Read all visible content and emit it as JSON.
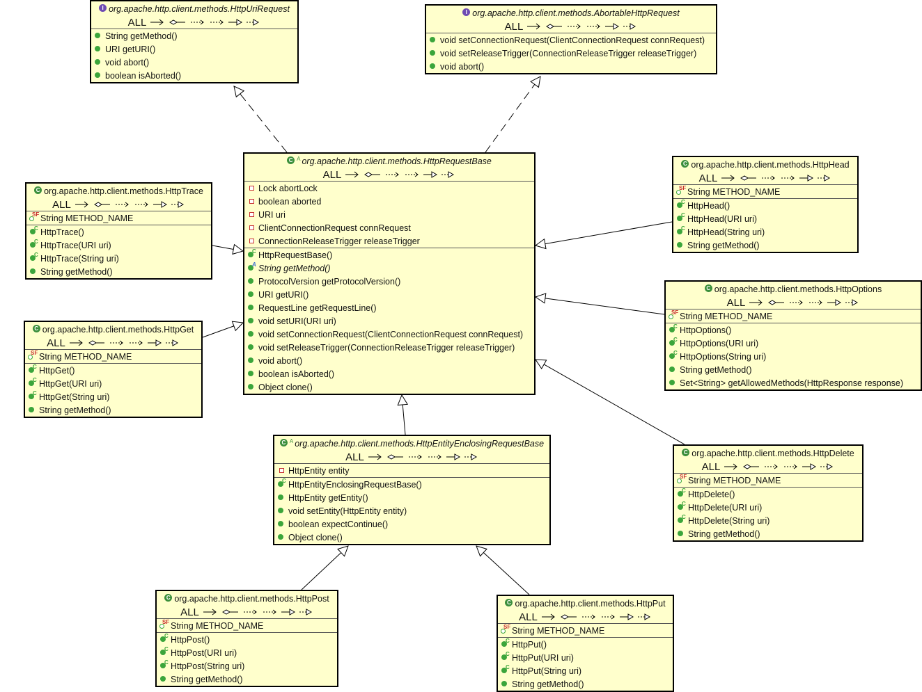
{
  "arrow_symbols": "ALL ⟶ ◇— ····› ····› —▷ ···▷",
  "arrow_row": {
    "label": "ALL",
    "glyphs": "⟶ ◇— ····› ····› —▷ ···▷"
  },
  "classes": [
    {
      "id": "HttpUriRequest",
      "kind": "interface",
      "name": "org.apache.http.client.methods.HttpUriRequest",
      "sections": [
        [
          {
            "vis": "public",
            "text": "String getMethod()"
          },
          {
            "vis": "public",
            "text": "URI getURI()"
          },
          {
            "vis": "public",
            "text": "void abort()"
          },
          {
            "vis": "public",
            "text": "boolean isAborted()"
          }
        ]
      ]
    },
    {
      "id": "AbortableHttpRequest",
      "kind": "interface",
      "name": "org.apache.http.client.methods.AbortableHttpRequest",
      "sections": [
        [
          {
            "vis": "public",
            "text": "void setConnectionRequest(ClientConnectionRequest connRequest)"
          },
          {
            "vis": "public",
            "text": "void setReleaseTrigger(ConnectionReleaseTrigger releaseTrigger)"
          },
          {
            "vis": "public",
            "text": "void abort()"
          }
        ]
      ]
    },
    {
      "id": "HttpRequestBase",
      "kind": "abstract",
      "name": "org.apache.http.client.methods.HttpRequestBase",
      "sections": [
        [
          {
            "vis": "private",
            "text": "Lock abortLock"
          },
          {
            "vis": "private",
            "text": "boolean aborted"
          },
          {
            "vis": "private",
            "text": "URI uri"
          },
          {
            "vis": "private",
            "text": "ClientConnectionRequest connRequest"
          },
          {
            "vis": "private",
            "text": "ConnectionReleaseTrigger releaseTrigger"
          }
        ],
        [
          {
            "vis": "public",
            "text": "HttpRequestBase()",
            "sup": "C"
          },
          {
            "vis": "public",
            "text": "String getMethod()",
            "sup": "A",
            "italic": true
          },
          {
            "vis": "public",
            "text": "ProtocolVersion getProtocolVersion()"
          },
          {
            "vis": "public",
            "text": "URI getURI()"
          },
          {
            "vis": "public",
            "text": "RequestLine getRequestLine()"
          },
          {
            "vis": "public",
            "text": "void setURI(URI uri)"
          },
          {
            "vis": "public",
            "text": "void setConnectionRequest(ClientConnectionRequest connRequest)"
          },
          {
            "vis": "public",
            "text": "void setReleaseTrigger(ConnectionReleaseTrigger releaseTrigger)"
          },
          {
            "vis": "public",
            "text": "void abort()"
          },
          {
            "vis": "public",
            "text": "boolean isAborted()"
          },
          {
            "vis": "public",
            "text": "Object clone()"
          }
        ]
      ]
    },
    {
      "id": "HttpTrace",
      "kind": "class",
      "name": "org.apache.http.client.methods.HttpTrace",
      "sections": [
        [
          {
            "vis": "field",
            "text": "String METHOD_NAME",
            "sup": "SF"
          }
        ],
        [
          {
            "vis": "public",
            "text": "HttpTrace()",
            "sup": "C"
          },
          {
            "vis": "public",
            "text": "HttpTrace(URI uri)",
            "sup": "C"
          },
          {
            "vis": "public",
            "text": "HttpTrace(String uri)",
            "sup": "C"
          },
          {
            "vis": "public",
            "text": "String getMethod()"
          }
        ]
      ]
    },
    {
      "id": "HttpGet",
      "kind": "class",
      "name": "org.apache.http.client.methods.HttpGet",
      "sections": [
        [
          {
            "vis": "field",
            "text": "String METHOD_NAME",
            "sup": "SF"
          }
        ],
        [
          {
            "vis": "public",
            "text": "HttpGet()",
            "sup": "C"
          },
          {
            "vis": "public",
            "text": "HttpGet(URI uri)",
            "sup": "C"
          },
          {
            "vis": "public",
            "text": "HttpGet(String uri)",
            "sup": "C"
          },
          {
            "vis": "public",
            "text": "String getMethod()"
          }
        ]
      ]
    },
    {
      "id": "HttpHead",
      "kind": "class",
      "name": "org.apache.http.client.methods.HttpHead",
      "sections": [
        [
          {
            "vis": "field",
            "text": "String METHOD_NAME",
            "sup": "SF"
          }
        ],
        [
          {
            "vis": "public",
            "text": "HttpHead()",
            "sup": "C"
          },
          {
            "vis": "public",
            "text": "HttpHead(URI uri)",
            "sup": "C"
          },
          {
            "vis": "public",
            "text": "HttpHead(String uri)",
            "sup": "C"
          },
          {
            "vis": "public",
            "text": "String getMethod()"
          }
        ]
      ]
    },
    {
      "id": "HttpOptions",
      "kind": "class",
      "name": "org.apache.http.client.methods.HttpOptions",
      "sections": [
        [
          {
            "vis": "field",
            "text": "String METHOD_NAME",
            "sup": "SF"
          }
        ],
        [
          {
            "vis": "public",
            "text": "HttpOptions()",
            "sup": "C"
          },
          {
            "vis": "public",
            "text": "HttpOptions(URI uri)",
            "sup": "C"
          },
          {
            "vis": "public",
            "text": "HttpOptions(String uri)",
            "sup": "C"
          },
          {
            "vis": "public",
            "text": "String getMethod()"
          },
          {
            "vis": "public",
            "text": "Set<String> getAllowedMethods(HttpResponse response)"
          }
        ]
      ]
    },
    {
      "id": "HttpEntityEnclosingRequestBase",
      "kind": "abstract",
      "name": "org.apache.http.client.methods.HttpEntityEnclosingRequestBase",
      "sections": [
        [
          {
            "vis": "private",
            "text": "HttpEntity entity"
          }
        ],
        [
          {
            "vis": "public",
            "text": "HttpEntityEnclosingRequestBase()",
            "sup": "C"
          },
          {
            "vis": "public",
            "text": "HttpEntity getEntity()"
          },
          {
            "vis": "public",
            "text": "void setEntity(HttpEntity entity)"
          },
          {
            "vis": "public",
            "text": "boolean expectContinue()"
          },
          {
            "vis": "public",
            "text": "Object clone()"
          }
        ]
      ]
    },
    {
      "id": "HttpDelete",
      "kind": "class",
      "name": "org.apache.http.client.methods.HttpDelete",
      "sections": [
        [
          {
            "vis": "field",
            "text": "String METHOD_NAME",
            "sup": "SF"
          }
        ],
        [
          {
            "vis": "public",
            "text": "HttpDelete()",
            "sup": "C"
          },
          {
            "vis": "public",
            "text": "HttpDelete(URI uri)",
            "sup": "C"
          },
          {
            "vis": "public",
            "text": "HttpDelete(String uri)",
            "sup": "C"
          },
          {
            "vis": "public",
            "text": "String getMethod()"
          }
        ]
      ]
    },
    {
      "id": "HttpPost",
      "kind": "class",
      "name": "org.apache.http.client.methods.HttpPost",
      "sections": [
        [
          {
            "vis": "field",
            "text": "String METHOD_NAME",
            "sup": "SF"
          }
        ],
        [
          {
            "vis": "public",
            "text": "HttpPost()",
            "sup": "C"
          },
          {
            "vis": "public",
            "text": "HttpPost(URI uri)",
            "sup": "C"
          },
          {
            "vis": "public",
            "text": "HttpPost(String uri)",
            "sup": "C"
          },
          {
            "vis": "public",
            "text": "String getMethod()"
          }
        ]
      ]
    },
    {
      "id": "HttpPut",
      "kind": "class",
      "name": "org.apache.http.client.methods.HttpPut",
      "sections": [
        [
          {
            "vis": "field",
            "text": "String METHOD_NAME",
            "sup": "SF"
          }
        ],
        [
          {
            "vis": "public",
            "text": "HttpPut()",
            "sup": "C"
          },
          {
            "vis": "public",
            "text": "HttpPut(URI uri)",
            "sup": "C"
          },
          {
            "vis": "public",
            "text": "HttpPut(String uri)",
            "sup": "C"
          },
          {
            "vis": "public",
            "text": "String getMethod()"
          }
        ]
      ]
    }
  ],
  "relations": [
    {
      "from": "HttpRequestBase",
      "to": "HttpUriRequest",
      "type": "realization"
    },
    {
      "from": "HttpRequestBase",
      "to": "AbortableHttpRequest",
      "type": "realization"
    },
    {
      "from": "HttpTrace",
      "to": "HttpRequestBase",
      "type": "generalization"
    },
    {
      "from": "HttpGet",
      "to": "HttpRequestBase",
      "type": "generalization"
    },
    {
      "from": "HttpHead",
      "to": "HttpRequestBase",
      "type": "generalization"
    },
    {
      "from": "HttpOptions",
      "to": "HttpRequestBase",
      "type": "generalization"
    },
    {
      "from": "HttpDelete",
      "to": "HttpRequestBase",
      "type": "generalization"
    },
    {
      "from": "HttpEntityEnclosingRequestBase",
      "to": "HttpRequestBase",
      "type": "generalization"
    },
    {
      "from": "HttpPost",
      "to": "HttpEntityEnclosingRequestBase",
      "type": "generalization"
    },
    {
      "from": "HttpPut",
      "to": "HttpEntityEnclosingRequestBase",
      "type": "generalization"
    }
  ],
  "colors": {
    "box_fill": "#ffffcc",
    "box_border": "#000000",
    "public_marker": "#3ba53b",
    "private_marker": "#c83030",
    "interface_badge": "#6e4bb3",
    "class_badge": "#3c8f3c"
  }
}
